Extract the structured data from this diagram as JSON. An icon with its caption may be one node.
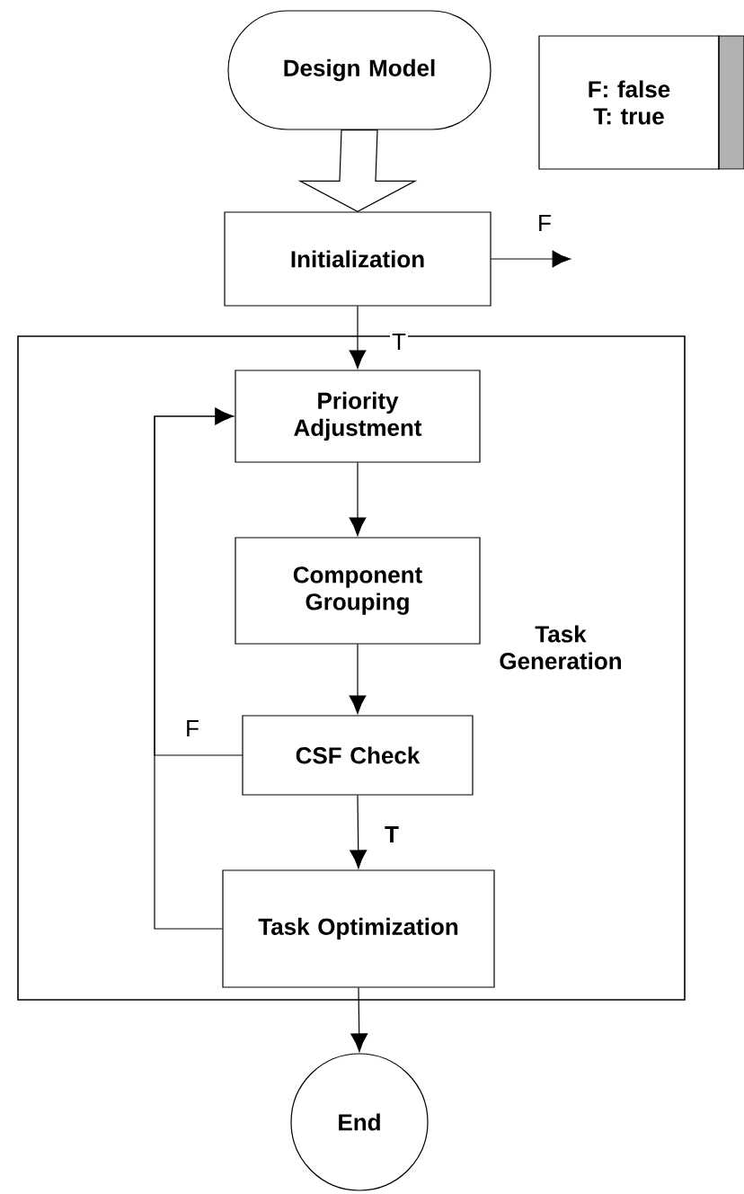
{
  "diagram": {
    "nodes": [
      {
        "text": [
          "Design Model"
        ]
      },
      {
        "text": [
          "F: false",
          "T: true"
        ]
      },
      {
        "text": [
          "Initialization"
        ]
      },
      {
        "text": [
          "Task Generation"
        ]
      },
      {
        "text": [
          "Priority Adjustment"
        ],
        "in": 3
      },
      {
        "text": [
          "Component Grouping"
        ],
        "in": 3
      },
      {
        "text": [
          "CSF Check"
        ],
        "in": 3
      },
      {
        "text": [
          "Task Optimization"
        ],
        "in": 3
      },
      {
        "text": [
          "End"
        ]
      }
    ],
    "edges": [
      {
        "from": 0,
        "to": 2,
        "arrow": "to",
        "style": "thick"
      },
      {
        "from": 2,
        "to": null,
        "arrow": "to",
        "label": "F"
      },
      {
        "from": 2,
        "to": 4,
        "arrow": "to",
        "label": "T"
      },
      {
        "from": 4,
        "to": 5,
        "arrow": "to"
      },
      {
        "from": 5,
        "to": 6,
        "arrow": "to"
      },
      {
        "from": 6,
        "to": 7,
        "arrow": "to",
        "label": "T"
      },
      {
        "from": 6,
        "to": 4,
        "arrow": "to",
        "label": "F"
      },
      {
        "from": 7,
        "to": 4,
        "arrow": "to"
      },
      {
        "from": 7,
        "to": 8,
        "arrow": "to"
      }
    ]
  }
}
